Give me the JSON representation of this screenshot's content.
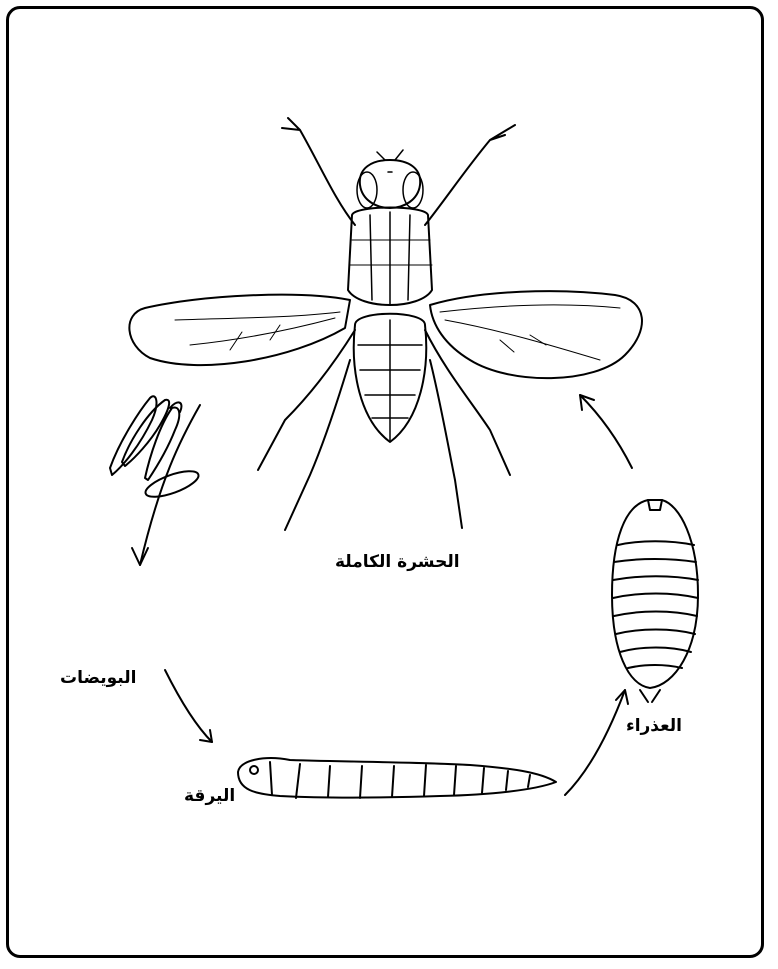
{
  "diagram": {
    "stages": [
      {
        "id": "adult",
        "label": "الحشرة الكاملة",
        "icon": "fly-icon"
      },
      {
        "id": "eggs",
        "label": "البويضات",
        "icon": "eggs-icon"
      },
      {
        "id": "larva",
        "label": "اليرقة",
        "icon": "larva-icon"
      },
      {
        "id": "pupa",
        "label": "العذراء",
        "icon": "pupa-icon"
      }
    ],
    "colors": {
      "line": "#000000",
      "background": "#ffffff"
    }
  }
}
